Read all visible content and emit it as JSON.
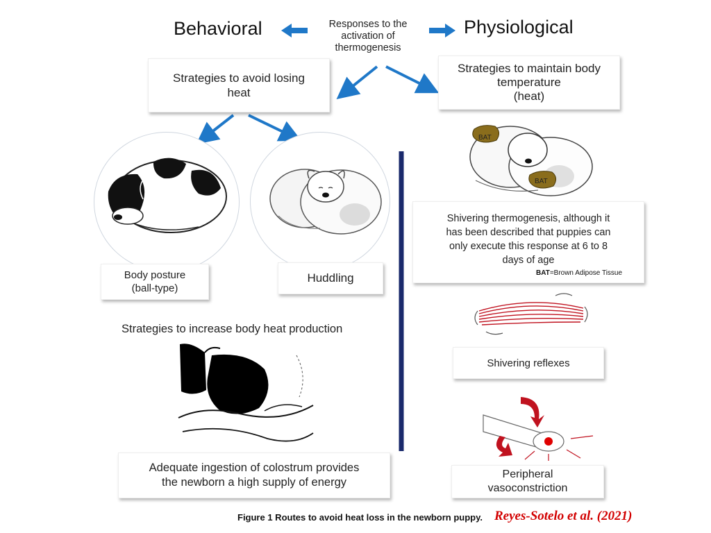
{
  "header": {
    "left": "Behavioral",
    "right": "Physiological",
    "center": [
      "Responses to the",
      "activation of",
      "thermogenesis"
    ]
  },
  "behavioral": {
    "avoid_box": [
      "Strategies to avoid losing",
      "heat"
    ],
    "posture_box": [
      "Body posture",
      "(ball-type)"
    ],
    "huddling_box": "Huddling",
    "increase_title": "Strategies to increase body heat production",
    "colostrum_box": [
      "Adequate ingestion of colostrum provides",
      "the newborn a high supply of energy"
    ]
  },
  "physiological": {
    "maintain_box": [
      "Strategies to maintain body",
      "temperature",
      "(heat)"
    ],
    "bat_label": "BAT",
    "shivering_text": [
      "Shivering  thermogenesis,  although it",
      "has been described that puppies can",
      "only execute this response at  6 to 8",
      "days of age"
    ],
    "bat_note_bold": "BAT",
    "bat_note_rest": "=Brown Adipose Tissue",
    "shivering_reflex_box": "Shivering reflexes",
    "vaso_box": [
      "Peripheral",
      "vasoconstriction"
    ]
  },
  "caption": {
    "text": "Figure 1 Routes to avoid heat loss in the newborn puppy.",
    "citation": "Reyes-Sotelo et al. (2021)"
  },
  "colors": {
    "arrow": "#1f78c8",
    "divider": "#1a2a6c",
    "bat": "#8a6d1c",
    "muscle": "#c0121f",
    "citation": "#d20000"
  }
}
